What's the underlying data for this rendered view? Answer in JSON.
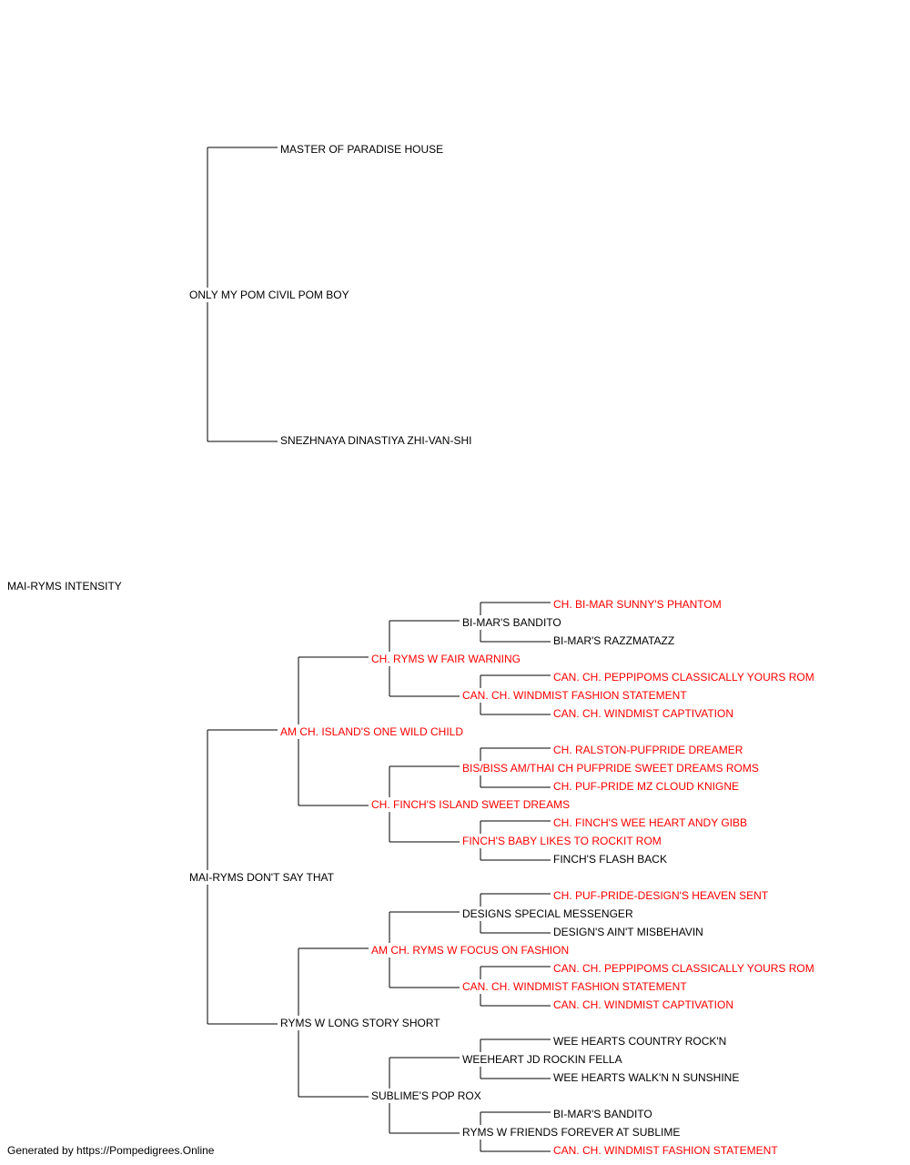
{
  "subject": "MAI-RYMS INTENSITY",
  "footer": "Generated by https://Pompedigrees.Online",
  "colors": {
    "normal": "#000000",
    "champion": "#ff0000",
    "lines": "#000000"
  },
  "sire": {
    "name": "ONLY MY POM CIVIL POM BOY",
    "champion": false,
    "sire": {
      "name": "MASTER OF PARADISE HOUSE",
      "champion": false
    },
    "dam": {
      "name": "SNEZHNAYA DINASTIYA ZHI-VAN-SHI",
      "champion": false
    }
  },
  "dam": {
    "name": "MAI-RYMS DON'T SAY THAT",
    "champion": false,
    "sire": {
      "name": "AM CH. ISLAND'S ONE WILD CHILD",
      "champion": true,
      "sire": {
        "name": "CH. RYMS W FAIR WARNING",
        "champion": true,
        "sire": {
          "name": "BI-MAR'S BANDITO",
          "champion": false,
          "sire": {
            "name": "CH. BI-MAR SUNNY'S PHANTOM",
            "champion": true
          },
          "dam": {
            "name": "BI-MAR'S RAZZMATAZZ",
            "champion": false
          }
        },
        "dam": {
          "name": "CAN. CH. WINDMIST FASHION STATEMENT",
          "champion": true,
          "sire": {
            "name": "CAN. CH. PEPPIPOMS CLASSICALLY YOURS ROM",
            "champion": true
          },
          "dam": {
            "name": "CAN. CH. WINDMIST CAPTIVATION",
            "champion": true
          }
        }
      },
      "dam": {
        "name": "CH. FINCH'S ISLAND SWEET DREAMS",
        "champion": true,
        "sire": {
          "name": "BIS/BISS AM/THAI CH PUFPRIDE SWEET DREAMS ROMS",
          "champion": true,
          "sire": {
            "name": "CH. RALSTON-PUFPRIDE DREAMER",
            "champion": true
          },
          "dam": {
            "name": "CH. PUF-PRIDE MZ CLOUD KNIGNE",
            "champion": true
          }
        },
        "dam": {
          "name": "FINCH'S BABY LIKES TO ROCKIT ROM",
          "champion": true,
          "sire": {
            "name": "CH. FINCH'S WEE HEART ANDY GIBB",
            "champion": true
          },
          "dam": {
            "name": "FINCH'S FLASH BACK",
            "champion": false
          }
        }
      }
    },
    "dam": {
      "name": "RYMS W LONG STORY SHORT",
      "champion": false,
      "sire": {
        "name": "AM CH. RYMS W FOCUS ON FASHION",
        "champion": true,
        "sire": {
          "name": "DESIGNS SPECIAL MESSENGER",
          "champion": false,
          "sire": {
            "name": "CH. PUF-PRIDE-DESIGN'S HEAVEN SENT",
            "champion": true
          },
          "dam": {
            "name": "DESIGN'S AIN'T MISBEHAVIN",
            "champion": false
          }
        },
        "dam": {
          "name": "CAN. CH. WINDMIST FASHION STATEMENT",
          "champion": true,
          "sire": {
            "name": "CAN. CH. PEPPIPOMS CLASSICALLY YOURS ROM",
            "champion": true
          },
          "dam": {
            "name": "CAN. CH. WINDMIST CAPTIVATION",
            "champion": true
          }
        }
      },
      "dam": {
        "name": "SUBLIME'S POP ROX",
        "champion": false,
        "sire": {
          "name": "WEEHEART JD ROCKIN FELLA",
          "champion": false,
          "sire": {
            "name": "WEE HEARTS COUNTRY ROCK'N",
            "champion": false
          },
          "dam": {
            "name": "WEE HEARTS WALK'N N SUNSHINE",
            "champion": false
          }
        },
        "dam": {
          "name": "RYMS W FRIENDS FOREVER AT SUBLIME",
          "champion": false,
          "sire": {
            "name": "BI-MAR'S BANDITO",
            "champion": false
          },
          "dam": {
            "name": "CAN. CH. WINDMIST FASHION STATEMENT",
            "champion": true
          }
        }
      }
    }
  }
}
